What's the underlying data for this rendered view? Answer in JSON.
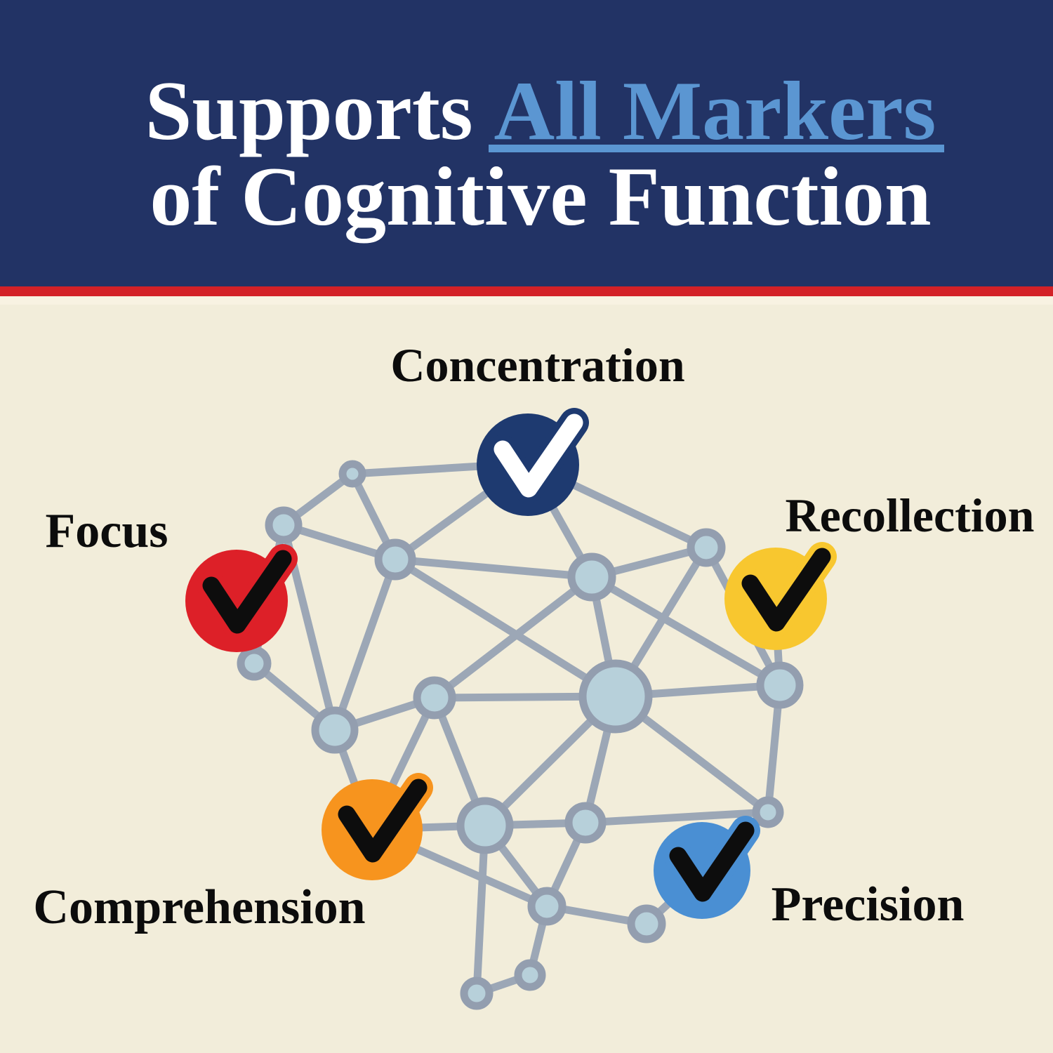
{
  "header": {
    "line1_prefix": "Supports",
    "line1_highlight": "All Markers",
    "line2": "of Cognitive Function"
  },
  "markers": [
    {
      "label": "Concentration",
      "circle_color": "#1e3a70",
      "check_color": "#ffffff"
    },
    {
      "label": "Focus",
      "circle_color": "#dd2028",
      "check_color": "#0d0d0d"
    },
    {
      "label": "Recollection",
      "circle_color": "#f8c72f",
      "check_color": "#0d0d0d"
    },
    {
      "label": "Comprehension",
      "circle_color": "#f7941e",
      "check_color": "#0d0d0d"
    },
    {
      "label": "Precision",
      "circle_color": "#4a8fd3",
      "check_color": "#0d0d0d"
    }
  ],
  "palette": {
    "banner_bg": "#223365",
    "banner_text": "#ffffff",
    "banner_highlight": "#5b96d2",
    "divider_red": "#d32127",
    "body_bg": "#f2edda",
    "label_text": "#0c0c0c",
    "network_node_fill": "#b3cedb",
    "network_stroke": "#8c98ac",
    "network_edge": "#95a2b4"
  }
}
